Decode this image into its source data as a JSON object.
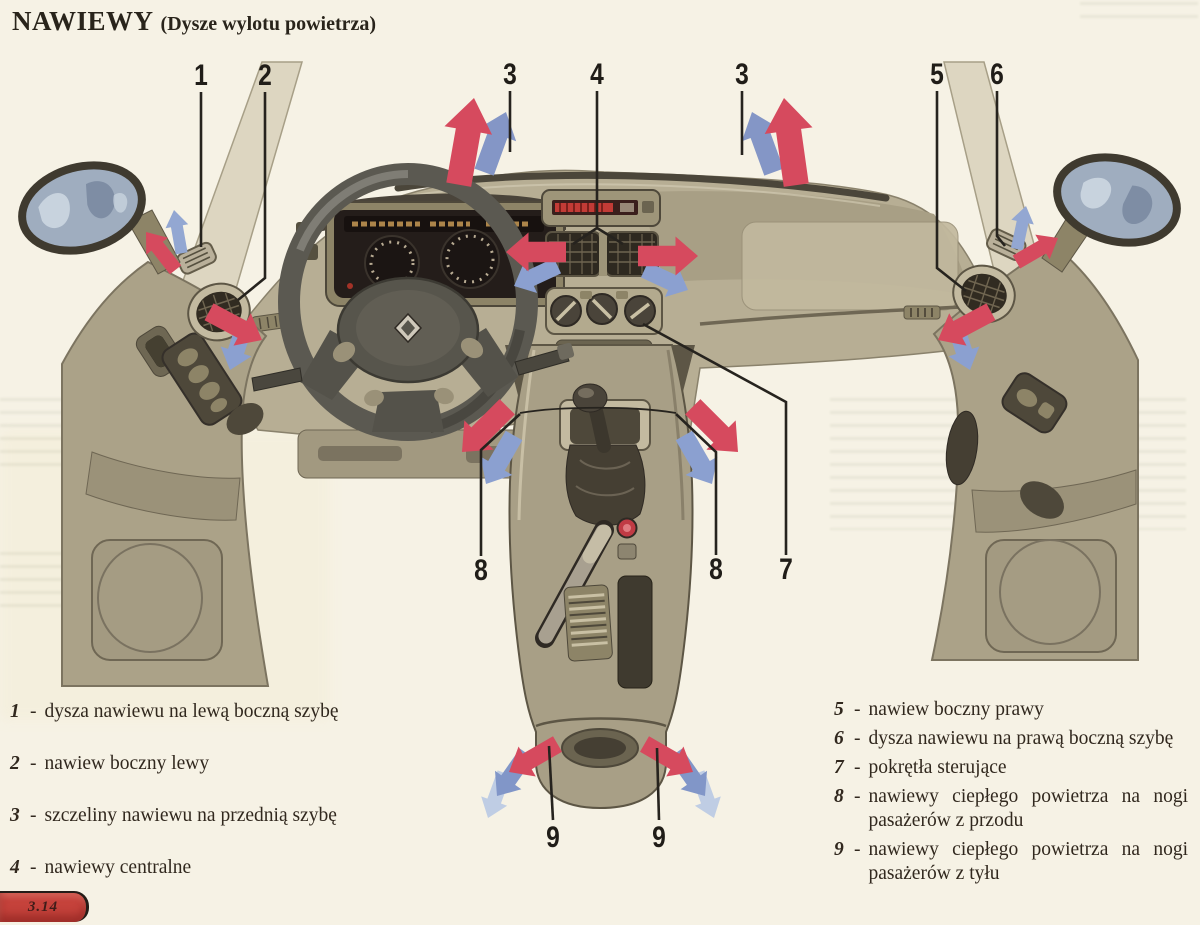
{
  "page": {
    "title_main": "NAWIEWY",
    "title_sub": "(Dysze wylotu powietrza)",
    "page_number": "3.14"
  },
  "callouts": [
    "1",
    "2",
    "3",
    "4",
    "3",
    "5",
    "6",
    "8",
    "8",
    "7",
    "9",
    "9"
  ],
  "legend": {
    "dash": "-",
    "left": [
      {
        "n": "1",
        "t": "dysza nawiewu na lewą boczną szybę"
      },
      {
        "n": "2",
        "t": "nawiew boczny lewy"
      },
      {
        "n": "3",
        "t": "szczeliny nawiewu na przednią szybę"
      },
      {
        "n": "4",
        "t": "nawiewy centralne"
      }
    ],
    "right": [
      {
        "n": "5",
        "t": "nawiew boczny prawy"
      },
      {
        "n": "6",
        "t": "dysza nawiewu na prawą boczną szybę"
      },
      {
        "n": "7",
        "t": "pokrętła sterujące"
      },
      {
        "n": "8",
        "t": "nawiewy ciepłego powietrza na nogi pasażerów z przodu"
      },
      {
        "n": "9",
        "t": "nawiewy ciepłego powietrza na nogi pasażerów z tyłu"
      }
    ]
  },
  "colors": {
    "warm_air_arrow": "#d44f60",
    "cool_air_arrow": "#7f92c4",
    "page_tab_red": "#c5423b",
    "page_background": "#f6f2e5"
  }
}
